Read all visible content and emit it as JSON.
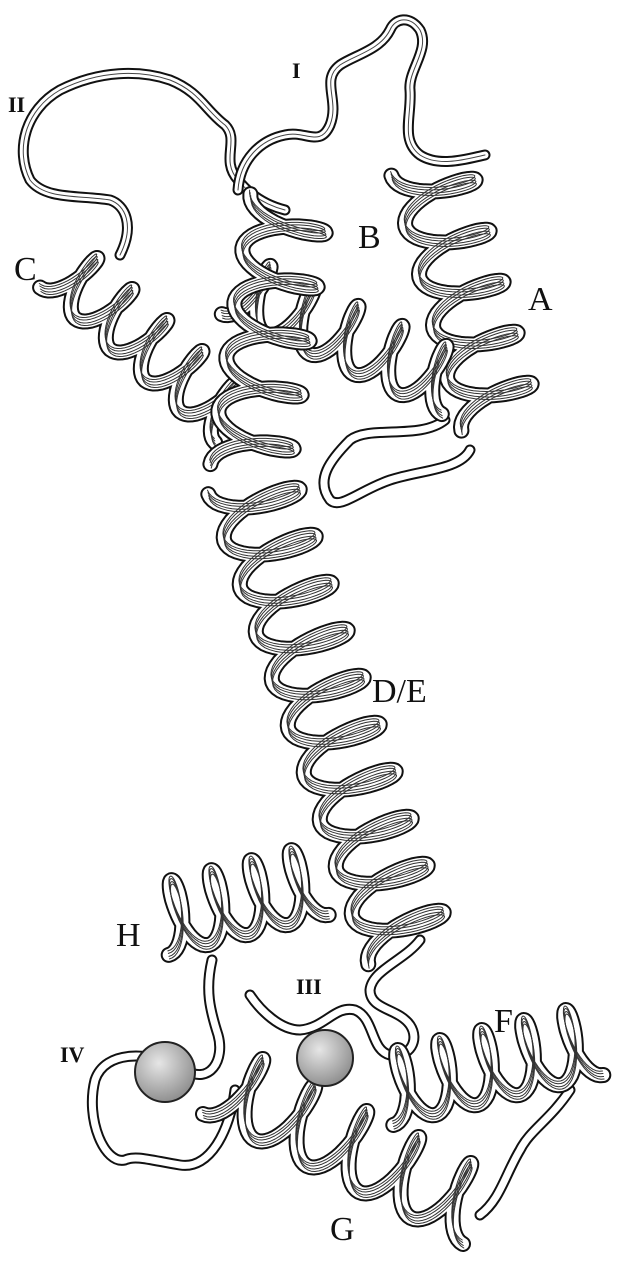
{
  "labels": {
    "helix_a": "A",
    "helix_b": "B",
    "helix_c": "C",
    "helix_de": "D/E",
    "helix_f": "F",
    "helix_g": "G",
    "helix_h": "H",
    "site_i": "I",
    "site_ii": "II",
    "site_iii": "III",
    "site_iv": "IV"
  },
  "colors": {
    "ink": "#111111",
    "ribbon_fill": "#ffffff",
    "ion_fill": "#b5b5b5"
  },
  "ions": [
    {
      "site": "III",
      "icon": "ion-sphere-icon"
    },
    {
      "site": "IV",
      "icon": "ion-sphere-icon"
    }
  ]
}
